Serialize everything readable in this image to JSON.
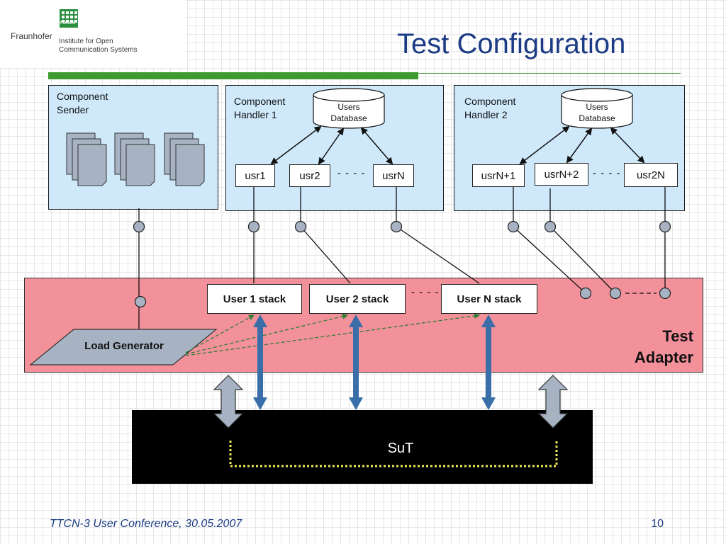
{
  "header": {
    "title": "Test Configuration",
    "brand": "Fraunhofer",
    "institute_line1": "Institute for Open",
    "institute_line2": "Communication Systems",
    "logo_text": "FOKUS"
  },
  "diagram": {
    "component_sender": "Component\nSender",
    "component_handler1": "Component\nHandler 1",
    "component_handler2": "Component\nHandler 2",
    "db1_label": "Users\nDatabase",
    "db2_label": "Users\nDatabase",
    "handler1_users": [
      "usr1",
      "usr2",
      "usrN"
    ],
    "handler2_users": [
      "usrN+1",
      "usrN+2",
      "usr2N"
    ],
    "stacks": [
      "User 1 stack",
      "User 2 stack",
      "User N stack"
    ],
    "load_generator": "Load Generator",
    "test_adapter": "Test\nAdapter",
    "sut": "SuT",
    "separator": "- - - -",
    "separator2": "- - - -",
    "separator3": "- - - -",
    "separator4": "- - - -"
  },
  "colors": {
    "component_fill": "#cfe9fb",
    "adapter_fill": "#f2919a",
    "title_color": "#1b3b84",
    "accent_green": "#3d9b2f",
    "arrow_blue": "#3a6ea8",
    "connector_gray": "#a7b3c2"
  },
  "footer": {
    "conference": "TTCN-3 User Conference, 30.05.2007",
    "page": "10"
  }
}
